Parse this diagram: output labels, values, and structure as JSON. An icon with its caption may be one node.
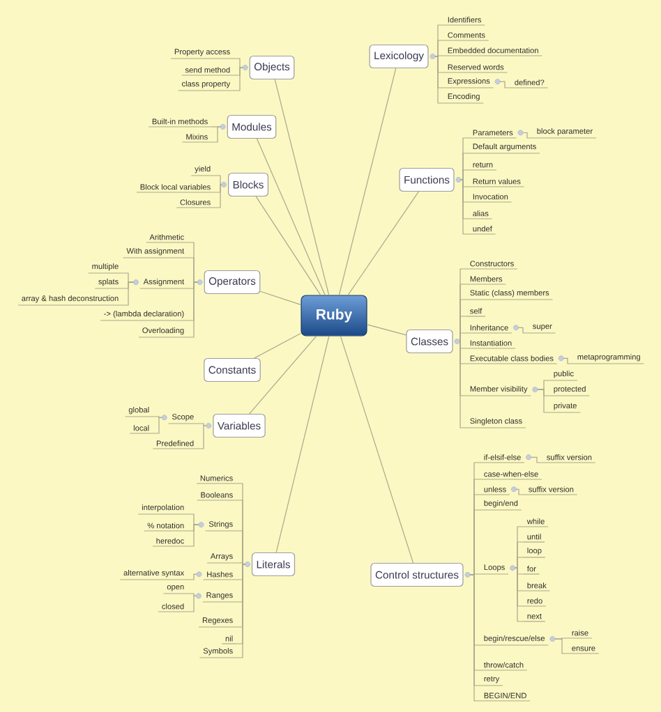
{
  "diagram": {
    "nodes": [
      {
        "text": [
          "Ruby"
        ]
      },
      {
        "text": [
          "Objects"
        ]
      },
      {
        "text": [
          "Property access"
        ]
      },
      {
        "text": [
          "send method"
        ]
      },
      {
        "text": [
          "class property"
        ]
      },
      {
        "text": [
          "Modules"
        ]
      },
      {
        "text": [
          "Built-in methods"
        ]
      },
      {
        "text": [
          "Mixins"
        ]
      },
      {
        "text": [
          "Blocks"
        ]
      },
      {
        "text": [
          "yield"
        ]
      },
      {
        "text": [
          "Block local variables"
        ]
      },
      {
        "text": [
          "Closures"
        ]
      },
      {
        "text": [
          "Operators"
        ]
      },
      {
        "text": [
          "Arithmetic"
        ]
      },
      {
        "text": [
          "With assignment"
        ]
      },
      {
        "text": [
          "Assignment"
        ]
      },
      {
        "text": [
          "multiple"
        ]
      },
      {
        "text": [
          "splats"
        ]
      },
      {
        "text": [
          "array & hash deconstruction"
        ]
      },
      {
        "text": [
          "-> (lambda declaration)"
        ]
      },
      {
        "text": [
          "Overloading"
        ]
      },
      {
        "text": [
          "Constants"
        ]
      },
      {
        "text": [
          "Variables"
        ]
      },
      {
        "text": [
          "Scope"
        ]
      },
      {
        "text": [
          "global"
        ]
      },
      {
        "text": [
          "local"
        ]
      },
      {
        "text": [
          "Predefined"
        ]
      },
      {
        "text": [
          "Literals"
        ]
      },
      {
        "text": [
          "Numerics"
        ]
      },
      {
        "text": [
          "Booleans"
        ]
      },
      {
        "text": [
          "Strings"
        ]
      },
      {
        "text": [
          "interpolation"
        ]
      },
      {
        "text": [
          "% notation"
        ]
      },
      {
        "text": [
          "heredoc"
        ]
      },
      {
        "text": [
          "Arrays"
        ]
      },
      {
        "text": [
          "Hashes"
        ]
      },
      {
        "text": [
          "alternative syntax"
        ]
      },
      {
        "text": [
          "Ranges"
        ]
      },
      {
        "text": [
          "open"
        ]
      },
      {
        "text": [
          "closed"
        ]
      },
      {
        "text": [
          "Regexes"
        ]
      },
      {
        "text": [
          "nil"
        ]
      },
      {
        "text": [
          "Symbols"
        ]
      },
      {
        "text": [
          "Lexicology"
        ]
      },
      {
        "text": [
          "Identifiers"
        ]
      },
      {
        "text": [
          "Comments"
        ]
      },
      {
        "text": [
          "Embedded documentation"
        ]
      },
      {
        "text": [
          "Reserved words"
        ]
      },
      {
        "text": [
          "Expressions"
        ]
      },
      {
        "text": [
          "defined?"
        ]
      },
      {
        "text": [
          "Encoding"
        ]
      },
      {
        "text": [
          "Functions"
        ]
      },
      {
        "text": [
          "Parameters"
        ]
      },
      {
        "text": [
          "block parameter"
        ]
      },
      {
        "text": [
          "Default arguments"
        ]
      },
      {
        "text": [
          "return"
        ]
      },
      {
        "text": [
          "Return values"
        ]
      },
      {
        "text": [
          "Invocation"
        ]
      },
      {
        "text": [
          "alias"
        ]
      },
      {
        "text": [
          "undef"
        ]
      },
      {
        "text": [
          "Classes"
        ]
      },
      {
        "text": [
          "Constructors"
        ]
      },
      {
        "text": [
          "Members"
        ]
      },
      {
        "text": [
          "Static (class) members"
        ]
      },
      {
        "text": [
          "self"
        ]
      },
      {
        "text": [
          "Inheritance"
        ]
      },
      {
        "text": [
          "super"
        ]
      },
      {
        "text": [
          "Instantiation"
        ]
      },
      {
        "text": [
          "Executable class bodies"
        ]
      },
      {
        "text": [
          "metaprogramming"
        ]
      },
      {
        "text": [
          "Member visibility"
        ]
      },
      {
        "text": [
          "public"
        ]
      },
      {
        "text": [
          "protected"
        ]
      },
      {
        "text": [
          "private"
        ]
      },
      {
        "text": [
          "Singleton class"
        ]
      },
      {
        "text": [
          "Control structures"
        ]
      },
      {
        "text": [
          "if-elsif-else"
        ]
      },
      {
        "text": [
          "suffix version"
        ]
      },
      {
        "text": [
          "case-when-else"
        ]
      },
      {
        "text": [
          "unless"
        ]
      },
      {
        "text": [
          "suffix version"
        ]
      },
      {
        "text": [
          "begin/end"
        ]
      },
      {
        "text": [
          "Loops"
        ]
      },
      {
        "text": [
          "while"
        ]
      },
      {
        "text": [
          "until"
        ]
      },
      {
        "text": [
          "loop"
        ]
      },
      {
        "text": [
          "for"
        ]
      },
      {
        "text": [
          "break"
        ]
      },
      {
        "text": [
          "redo"
        ]
      },
      {
        "text": [
          "next"
        ]
      },
      {
        "text": [
          "begin/rescue/else"
        ]
      },
      {
        "text": [
          "raise"
        ]
      },
      {
        "text": [
          "ensure"
        ]
      },
      {
        "text": [
          "throw/catch"
        ]
      },
      {
        "text": [
          "retry"
        ]
      },
      {
        "text": [
          "BEGIN/END"
        ]
      }
    ],
    "edges": [
      {
        "from": 0,
        "to": 1,
        "arrow": "none"
      },
      {
        "from": 1,
        "to": 2,
        "arrow": "none"
      },
      {
        "from": 1,
        "to": 3,
        "arrow": "none"
      },
      {
        "from": 1,
        "to": 4,
        "arrow": "none"
      },
      {
        "from": 0,
        "to": 5,
        "arrow": "none"
      },
      {
        "from": 5,
        "to": 6,
        "arrow": "none"
      },
      {
        "from": 5,
        "to": 7,
        "arrow": "none"
      },
      {
        "from": 0,
        "to": 8,
        "arrow": "none"
      },
      {
        "from": 8,
        "to": 9,
        "arrow": "none"
      },
      {
        "from": 8,
        "to": 10,
        "arrow": "none"
      },
      {
        "from": 8,
        "to": 11,
        "arrow": "none"
      },
      {
        "from": 0,
        "to": 12,
        "arrow": "none"
      },
      {
        "from": 12,
        "to": 13,
        "arrow": "none"
      },
      {
        "from": 12,
        "to": 14,
        "arrow": "none"
      },
      {
        "from": 12,
        "to": 15,
        "arrow": "none"
      },
      {
        "from": 15,
        "to": 16,
        "arrow": "none"
      },
      {
        "from": 15,
        "to": 17,
        "arrow": "none"
      },
      {
        "from": 15,
        "to": 18,
        "arrow": "none"
      },
      {
        "from": 12,
        "to": 19,
        "arrow": "none"
      },
      {
        "from": 12,
        "to": 20,
        "arrow": "none"
      },
      {
        "from": 0,
        "to": 21,
        "arrow": "none"
      },
      {
        "from": 0,
        "to": 22,
        "arrow": "none"
      },
      {
        "from": 22,
        "to": 23,
        "arrow": "none"
      },
      {
        "from": 23,
        "to": 24,
        "arrow": "none"
      },
      {
        "from": 23,
        "to": 25,
        "arrow": "none"
      },
      {
        "from": 22,
        "to": 26,
        "arrow": "none"
      },
      {
        "from": 0,
        "to": 27,
        "arrow": "none"
      },
      {
        "from": 27,
        "to": 28,
        "arrow": "none"
      },
      {
        "from": 27,
        "to": 29,
        "arrow": "none"
      },
      {
        "from": 27,
        "to": 30,
        "arrow": "none"
      },
      {
        "from": 30,
        "to": 31,
        "arrow": "none"
      },
      {
        "from": 30,
        "to": 32,
        "arrow": "none"
      },
      {
        "from": 30,
        "to": 33,
        "arrow": "none"
      },
      {
        "from": 27,
        "to": 34,
        "arrow": "none"
      },
      {
        "from": 27,
        "to": 35,
        "arrow": "none"
      },
      {
        "from": 35,
        "to": 36,
        "arrow": "none"
      },
      {
        "from": 27,
        "to": 37,
        "arrow": "none"
      },
      {
        "from": 37,
        "to": 38,
        "arrow": "none"
      },
      {
        "from": 37,
        "to": 39,
        "arrow": "none"
      },
      {
        "from": 27,
        "to": 40,
        "arrow": "none"
      },
      {
        "from": 27,
        "to": 41,
        "arrow": "none"
      },
      {
        "from": 27,
        "to": 42,
        "arrow": "none"
      },
      {
        "from": 0,
        "to": 43,
        "arrow": "none"
      },
      {
        "from": 43,
        "to": 44,
        "arrow": "none"
      },
      {
        "from": 43,
        "to": 45,
        "arrow": "none"
      },
      {
        "from": 43,
        "to": 46,
        "arrow": "none"
      },
      {
        "from": 43,
        "to": 47,
        "arrow": "none"
      },
      {
        "from": 43,
        "to": 48,
        "arrow": "none"
      },
      {
        "from": 48,
        "to": 49,
        "arrow": "none"
      },
      {
        "from": 43,
        "to": 50,
        "arrow": "none"
      },
      {
        "from": 0,
        "to": 51,
        "arrow": "none"
      },
      {
        "from": 51,
        "to": 52,
        "arrow": "none"
      },
      {
        "from": 52,
        "to": 53,
        "arrow": "none"
      },
      {
        "from": 51,
        "to": 54,
        "arrow": "none"
      },
      {
        "from": 51,
        "to": 55,
        "arrow": "none"
      },
      {
        "from": 51,
        "to": 56,
        "arrow": "none"
      },
      {
        "from": 51,
        "to": 57,
        "arrow": "none"
      },
      {
        "from": 51,
        "to": 58,
        "arrow": "none"
      },
      {
        "from": 51,
        "to": 59,
        "arrow": "none"
      },
      {
        "from": 0,
        "to": 60,
        "arrow": "none"
      },
      {
        "from": 60,
        "to": 61,
        "arrow": "none"
      },
      {
        "from": 60,
        "to": 62,
        "arrow": "none"
      },
      {
        "from": 60,
        "to": 63,
        "arrow": "none"
      },
      {
        "from": 60,
        "to": 64,
        "arrow": "none"
      },
      {
        "from": 60,
        "to": 65,
        "arrow": "none"
      },
      {
        "from": 65,
        "to": 66,
        "arrow": "none"
      },
      {
        "from": 60,
        "to": 67,
        "arrow": "none"
      },
      {
        "from": 60,
        "to": 68,
        "arrow": "none"
      },
      {
        "from": 68,
        "to": 69,
        "arrow": "none"
      },
      {
        "from": 60,
        "to": 70,
        "arrow": "none"
      },
      {
        "from": 70,
        "to": 71,
        "arrow": "none"
      },
      {
        "from": 70,
        "to": 72,
        "arrow": "none"
      },
      {
        "from": 70,
        "to": 73,
        "arrow": "none"
      },
      {
        "from": 60,
        "to": 74,
        "arrow": "none"
      },
      {
        "from": 0,
        "to": 75,
        "arrow": "none"
      },
      {
        "from": 75,
        "to": 76,
        "arrow": "none"
      },
      {
        "from": 76,
        "to": 77,
        "arrow": "none"
      },
      {
        "from": 75,
        "to": 78,
        "arrow": "none"
      },
      {
        "from": 75,
        "to": 79,
        "arrow": "none"
      },
      {
        "from": 79,
        "to": 80,
        "arrow": "none"
      },
      {
        "from": 75,
        "to": 81,
        "arrow": "none"
      },
      {
        "from": 75,
        "to": 82,
        "arrow": "none"
      },
      {
        "from": 82,
        "to": 83,
        "arrow": "none"
      },
      {
        "from": 82,
        "to": 84,
        "arrow": "none"
      },
      {
        "from": 82,
        "to": 85,
        "arrow": "none"
      },
      {
        "from": 82,
        "to": 86,
        "arrow": "none"
      },
      {
        "from": 82,
        "to": 87,
        "arrow": "none"
      },
      {
        "from": 82,
        "to": 88,
        "arrow": "none"
      },
      {
        "from": 82,
        "to": 89,
        "arrow": "none"
      },
      {
        "from": 75,
        "to": 90,
        "arrow": "none"
      },
      {
        "from": 90,
        "to": 91,
        "arrow": "none"
      },
      {
        "from": 90,
        "to": 92,
        "arrow": "none"
      },
      {
        "from": 75,
        "to": 93,
        "arrow": "none"
      },
      {
        "from": 75,
        "to": 94,
        "arrow": "none"
      },
      {
        "from": 75,
        "to": 95,
        "arrow": "none"
      }
    ]
  }
}
